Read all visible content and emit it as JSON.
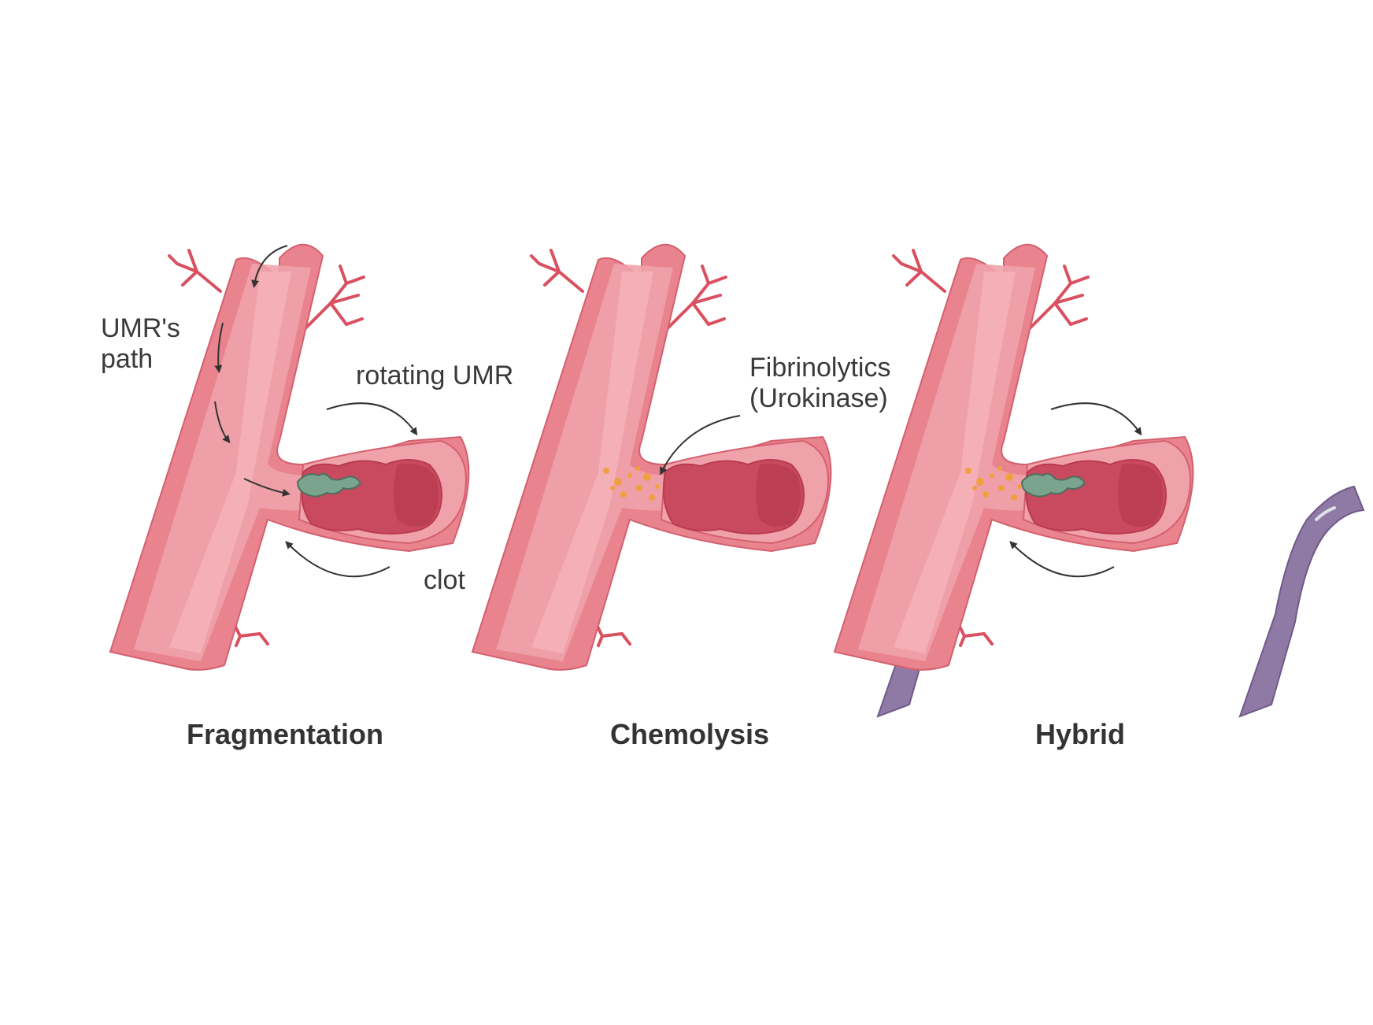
{
  "figure": {
    "panels": [
      {
        "id": "fragmentation",
        "title": "Fragmentation",
        "annotations": {
          "path_label": "UMR's\npath",
          "rotating_label": "rotating UMR",
          "clot_label": "clot"
        },
        "has_catheter": false,
        "has_umr": true,
        "has_fibrinolytics": false
      },
      {
        "id": "chemolysis",
        "title": "Chemolysis",
        "annotations": {
          "drug_label": "Fibrinolytics\n(Urokinase)"
        },
        "has_catheter": true,
        "has_umr": false,
        "has_fibrinolytics": true
      },
      {
        "id": "hybrid",
        "title": "Hybrid",
        "annotations": {},
        "has_catheter": true,
        "has_umr": true,
        "has_fibrinolytics": true
      }
    ],
    "colors": {
      "vessel_outer": "#e9838e",
      "vessel_wall": "#f0a2aa",
      "vessel_lumen": "#f4b3b8",
      "vessel_outline": "#d4606f",
      "clot": "#c94a5e",
      "clot_dark": "#b83b50",
      "umr": "#7aa48e",
      "catheter": "#8f7aa6",
      "catheter_dark": "#6f5a88",
      "drug_particles": "#f0a040",
      "capillary": "#d95060",
      "arrow": "#333333",
      "text": "#3a3a3a"
    }
  }
}
